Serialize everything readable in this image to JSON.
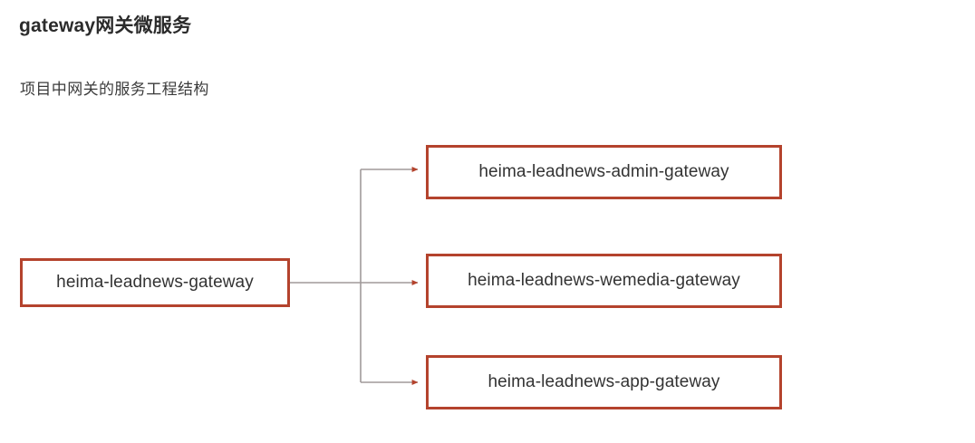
{
  "page": {
    "title": "gateway网关微服务",
    "subtitle": "项目中网关的服务工程结构",
    "background_color": "#ffffff",
    "title_color": "#2b2b2b",
    "subtitle_color": "#3b3b3b"
  },
  "diagram": {
    "type": "flow-tree",
    "box_border_color": "#b4432d",
    "box_fill_color": "#ffffff",
    "box_text_color": "#333333",
    "connector_line_color": "#a09a9a",
    "arrow_color": "#b4432d",
    "source": {
      "id": "heima-leadnews-gateway",
      "label": "heima-leadnews-gateway"
    },
    "targets": [
      {
        "id": "heima-leadnews-admin-gateway",
        "label": "heima-leadnews-admin-gateway"
      },
      {
        "id": "heima-leadnews-wemedia-gateway",
        "label": "heima-leadnews-wemedia-gateway"
      },
      {
        "id": "heima-leadnews-app-gateway",
        "label": "heima-leadnews-app-gateway"
      }
    ],
    "edges": [
      {
        "from": "heima-leadnews-gateway",
        "to": "heima-leadnews-admin-gateway"
      },
      {
        "from": "heima-leadnews-gateway",
        "to": "heima-leadnews-wemedia-gateway"
      },
      {
        "from": "heima-leadnews-gateway",
        "to": "heima-leadnews-app-gateway"
      }
    ]
  }
}
